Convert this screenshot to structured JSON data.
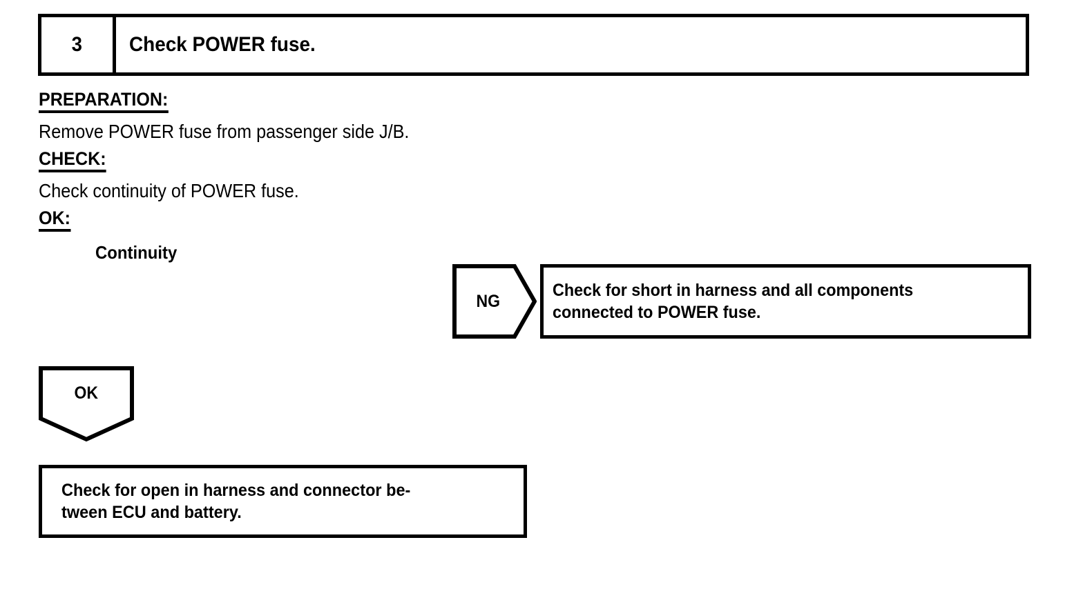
{
  "step": {
    "number": "3",
    "title": "Check POWER fuse."
  },
  "sections": {
    "preparation_label": "PREPARATION:",
    "preparation_text": "Remove POWER fuse from passenger side J/B.",
    "check_label": "CHECK:",
    "check_text": "Check continuity of POWER fuse.",
    "ok_label": "OK:",
    "ok_value": "Continuity"
  },
  "branches": {
    "ng": {
      "arrow_label": "NG",
      "result_line1": "Check for short in harness and all components",
      "result_line2": "connected to POWER fuse."
    },
    "ok": {
      "arrow_label": "OK",
      "result_line1": "Check for open in harness and connector be-",
      "result_line2": "tween ECU and battery."
    }
  },
  "colors": {
    "ink": "#000000",
    "paper": "#ffffff"
  }
}
